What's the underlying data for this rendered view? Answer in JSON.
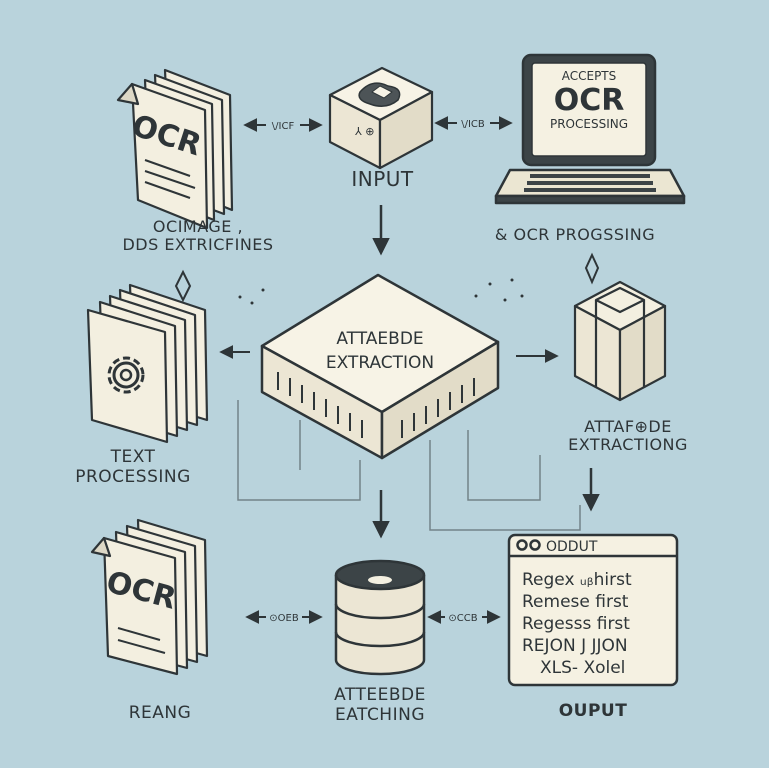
{
  "nodes": {
    "ocr_image_doc": {
      "label_lines": [
        "OCIMAGE ,",
        "DDS  EXTRICFINES"
      ],
      "doc_text": "OCR"
    },
    "input_box": {
      "label": "INPUT",
      "box_text": "⅄ ⊕"
    },
    "ocr_laptop": {
      "label": "& OCR PROGSSING",
      "screen_lines": [
        "ACCEPTS",
        "OCR",
        "PROCESSING"
      ]
    },
    "attribute_extraction_hub": {
      "label_lines": [
        "ATTAEBDE",
        "EXTRACTION"
      ]
    },
    "text_processing": {
      "label_lines": [
        "TEXT",
        "PROCESSING"
      ]
    },
    "attribute_extracting": {
      "label_lines": [
        "ATTAF⊕DE",
        "EXTRACTIONG"
      ]
    },
    "reading_doc": {
      "label": "REANG",
      "doc_text": "OCR"
    },
    "attribute_batching_db": {
      "label_lines": [
        "ATTEEBDE",
        "EATCHING"
      ]
    },
    "output_window": {
      "label": "OUPUT",
      "title": "ODDUT",
      "lines": [
        "Regex  ᵤᵦhirst",
        "Remese  first",
        "Regesss  first",
        "REJON J JJON",
        "XLS- Xolel"
      ]
    }
  },
  "connectors": {
    "ocr_to_input": "\\/ICF",
    "input_to_laptop": "\\/ICB",
    "reading_to_db": "⊙OEB",
    "db_to_output": "⊙CCB"
  },
  "colors": {
    "background": "#b9d3dc",
    "paper": "#f3efe0",
    "stroke": "#2e3538",
    "text": "#2e3538"
  }
}
